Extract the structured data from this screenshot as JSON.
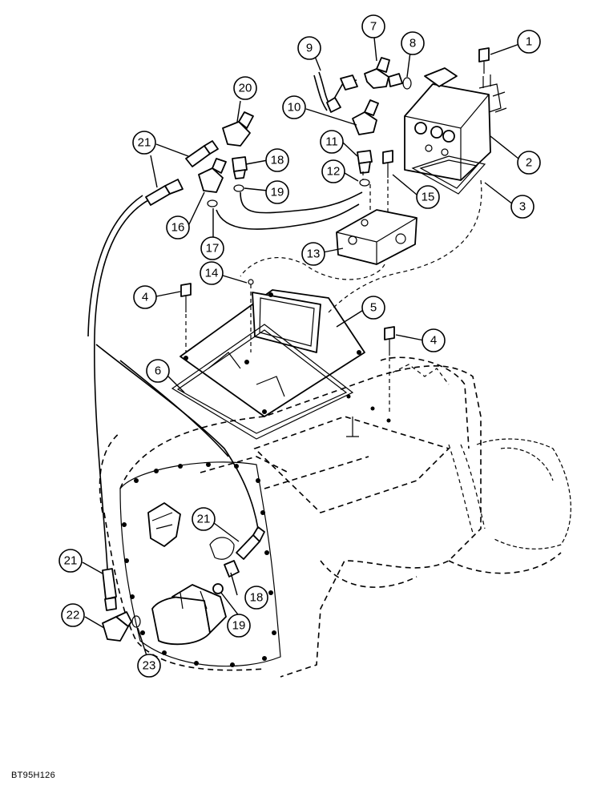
{
  "figure_id": "BT95H126",
  "callouts": [
    "1",
    "2",
    "3",
    "4",
    "4",
    "5",
    "6",
    "7",
    "8",
    "9",
    "10",
    "11",
    "12",
    "13",
    "14",
    "15",
    "16",
    "17",
    "18",
    "18",
    "19",
    "19",
    "20",
    "21",
    "21",
    "21",
    "22",
    "23"
  ]
}
